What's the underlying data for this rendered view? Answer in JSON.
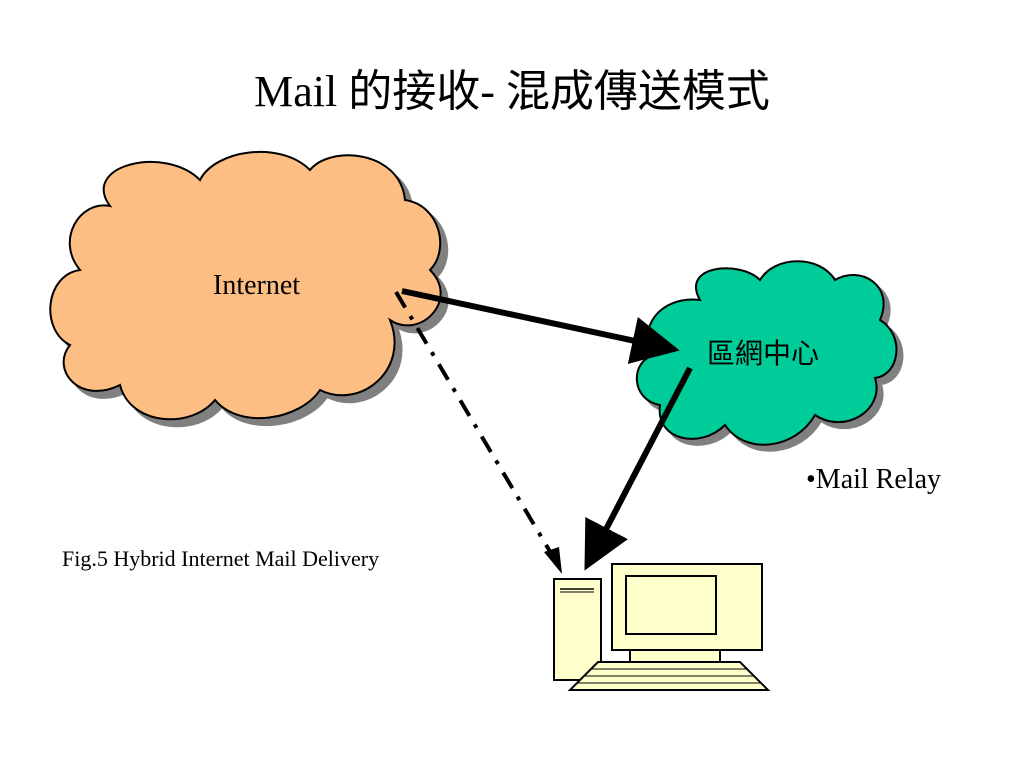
{
  "title": "Mail 的接收- 混成傳送模式",
  "internet_cloud": {
    "label": "Internet",
    "fill": "#FDBE84"
  },
  "center_cloud": {
    "label": "區網中心",
    "fill": "#00CC99"
  },
  "relay_note": "•Mail Relay",
  "caption": "Fig.5 Hybrid Internet Mail Delivery",
  "colors": {
    "stroke": "#000000",
    "shadow": "#808080",
    "computer": "#FFFFCC"
  },
  "icons": [
    "cloud-icon",
    "computer-icon",
    "arrow-icon"
  ]
}
